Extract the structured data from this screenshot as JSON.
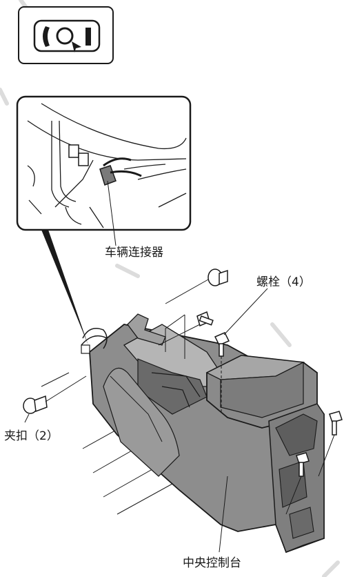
{
  "labels": {
    "vehicle_connector": "车辆连接器",
    "bolt": "螺栓（4）",
    "clip": "夹扣（2）",
    "center_console": "中央控制台"
  },
  "icons": {
    "badge_icon": "steering-column-lock-icon"
  },
  "colors": {
    "line": "#1a1a1a",
    "console_fill": "#8a8a8a",
    "console_dark": "#5e5e5e",
    "watermark": "#d0d0d0"
  }
}
